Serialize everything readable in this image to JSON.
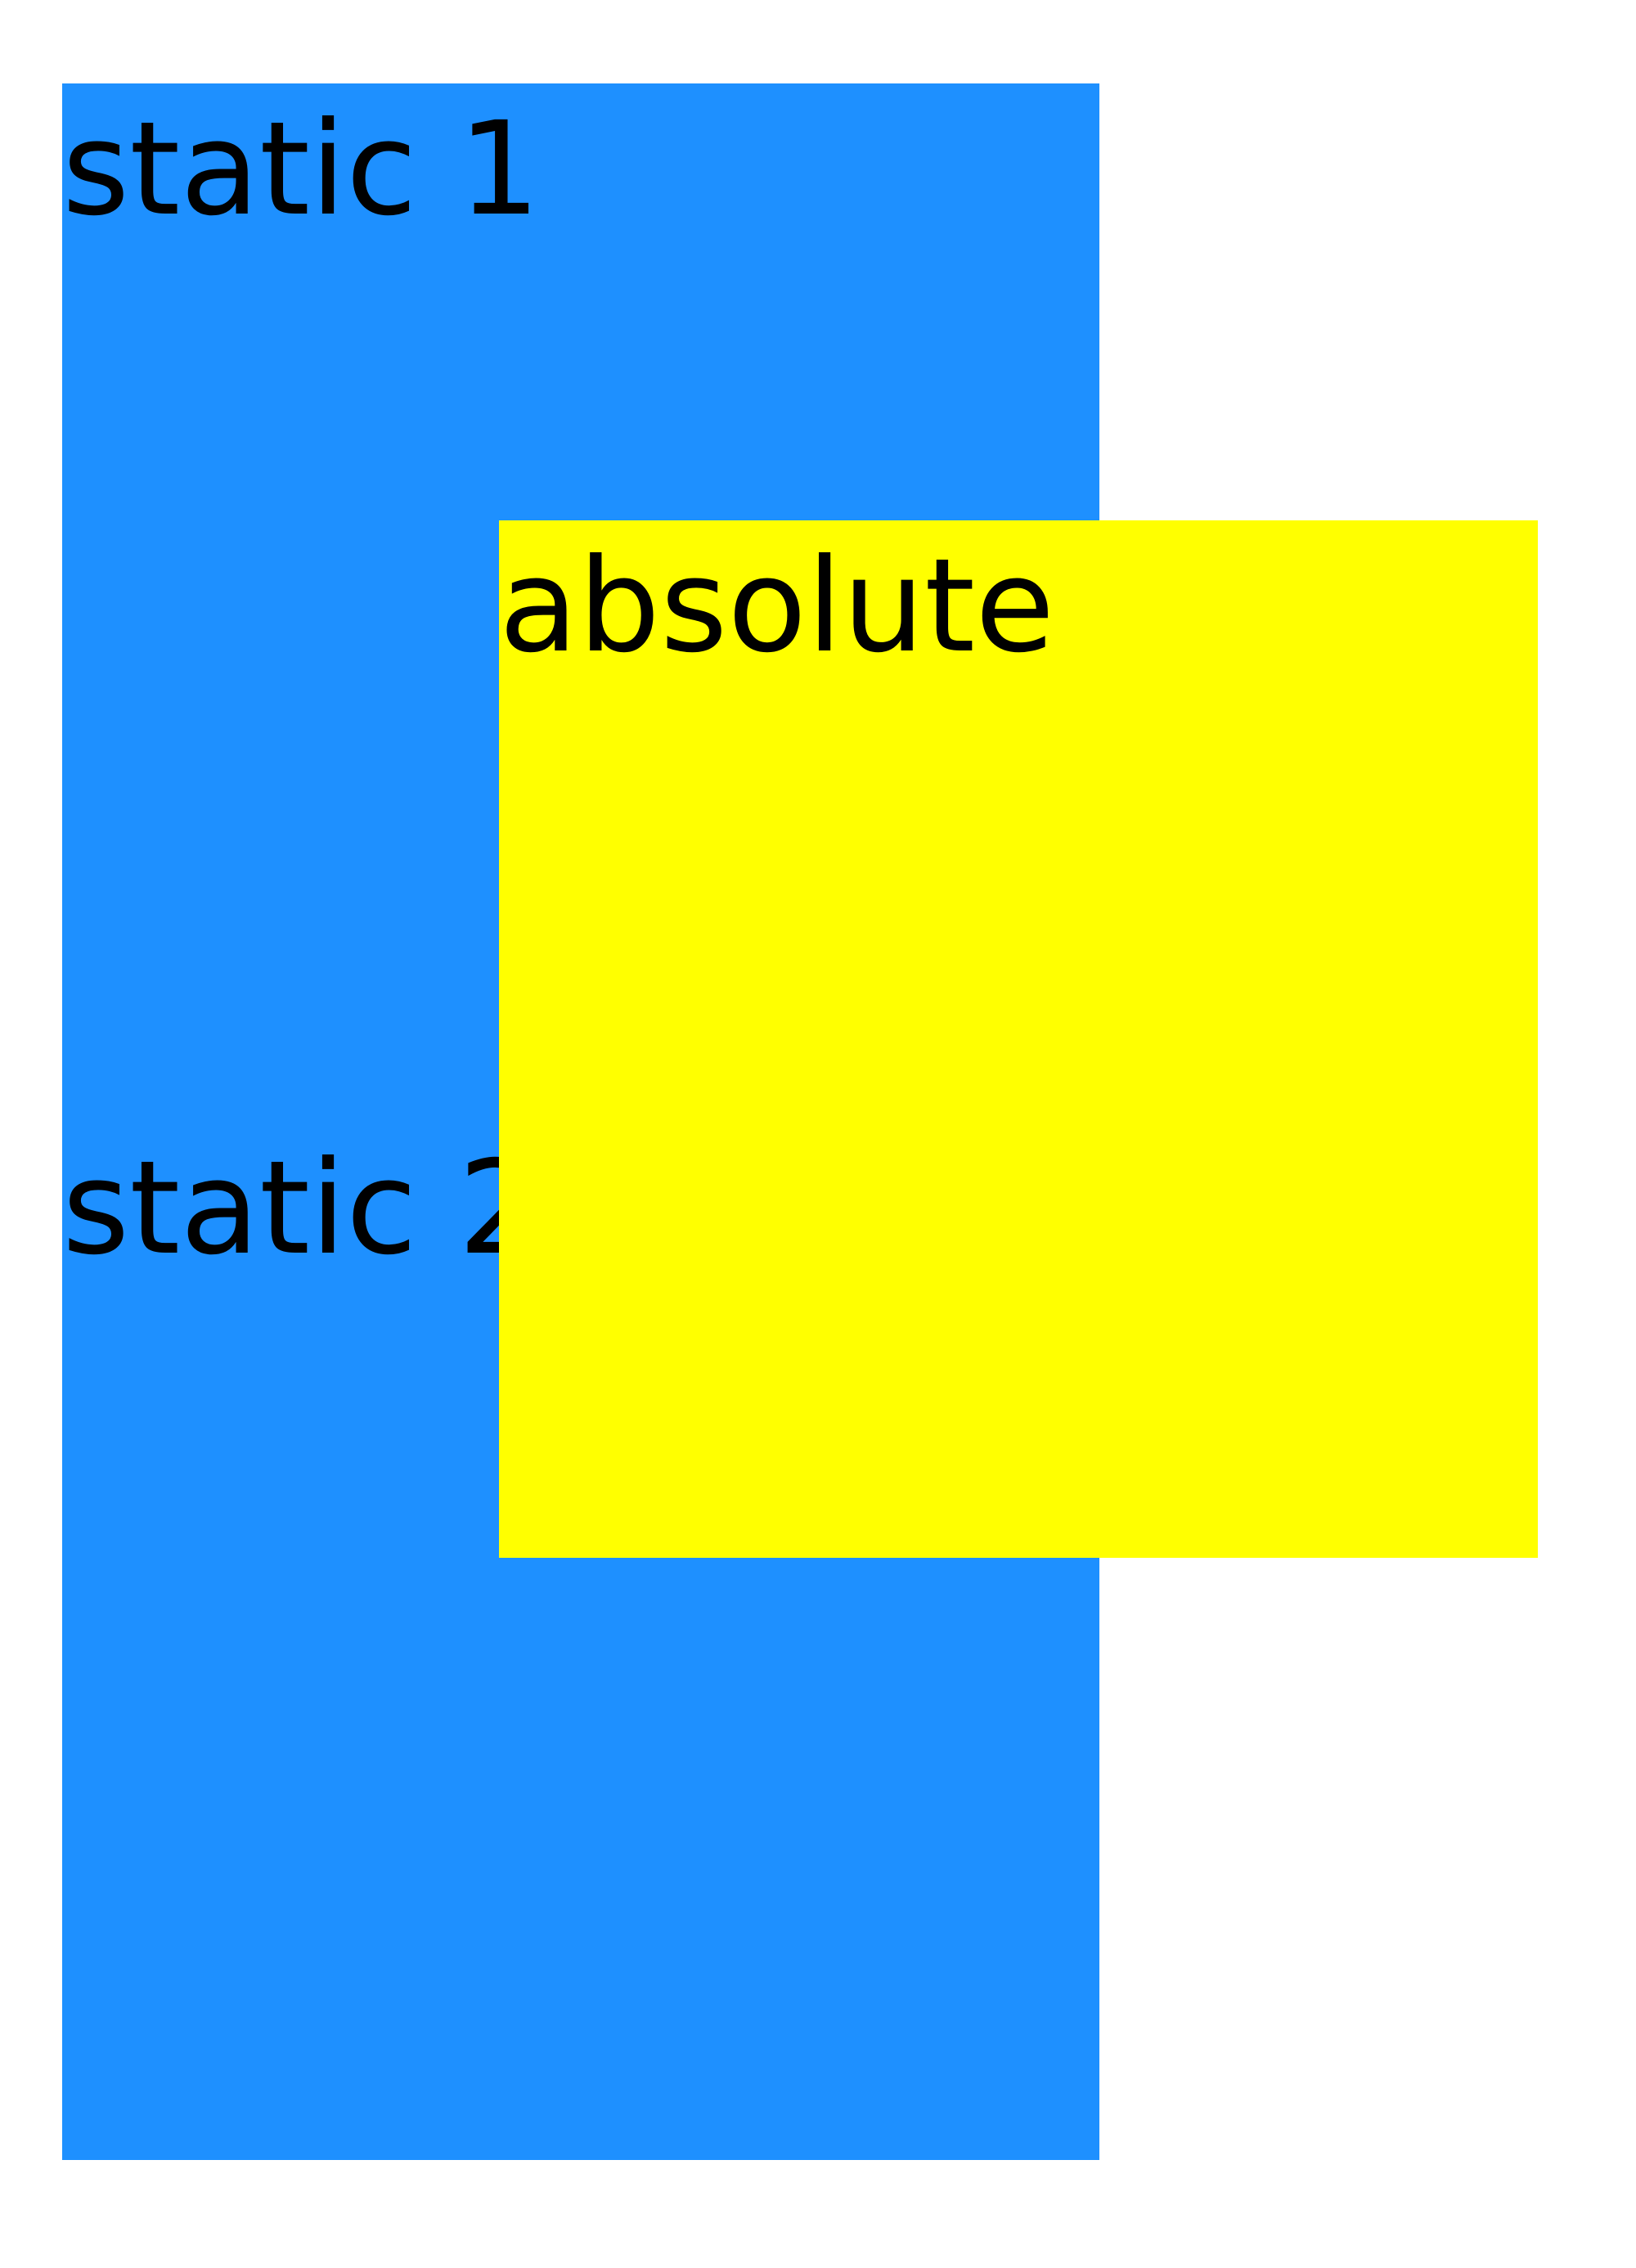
{
  "boxes": {
    "static1": {
      "label": "static 1",
      "color": "#1e90ff"
    },
    "static2": {
      "label": "static 2",
      "color": "#1e90ff"
    },
    "absolute": {
      "label": "absolute",
      "color": "#ffff00"
    }
  }
}
